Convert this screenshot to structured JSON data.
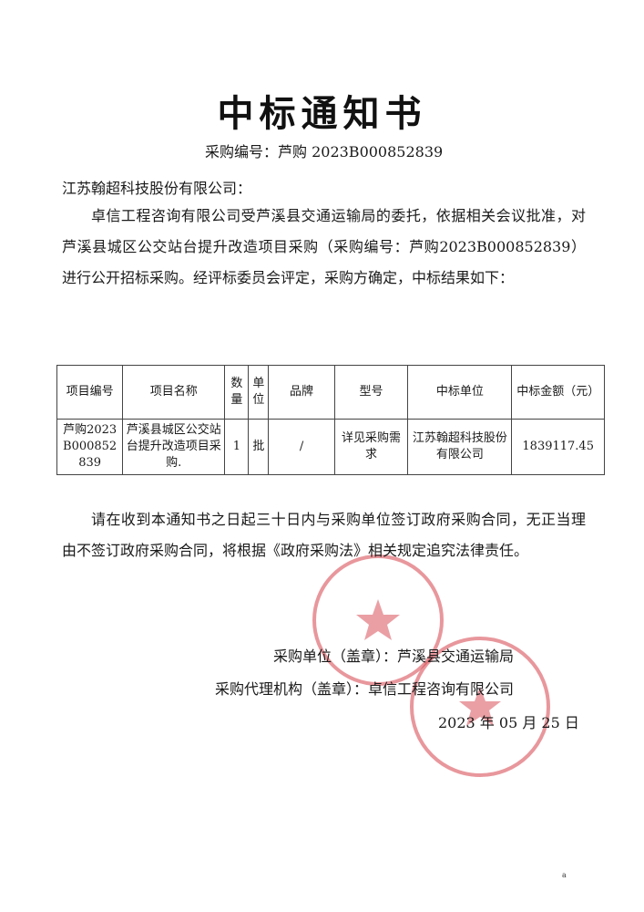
{
  "title": "中标通知书",
  "procurement_no": "采购编号：芦购 2023B000852839",
  "addressee": "江苏翰超科技股份有限公司：",
  "paragraph_1": "卓信工程咨询有限公司受芦溪县交通运输局的委托，依据相关会议批准，对芦溪县城区公交站台提升改造项目采购（采购编号：芦购2023B000852839）进行公开招标采购。经评标委员会评定，采购方确定，中标结果如下：",
  "table": {
    "headers": {
      "item_no": "项目编号",
      "item_name": "项目名称",
      "quantity": "数量",
      "unit": "单位",
      "brand": "品牌",
      "model": "型号",
      "winner": "中标单位",
      "amount": "中标金额（元）"
    },
    "row": {
      "item_no": "芦购2023B000852839",
      "item_name": "芦溪县城区公交站台提升改造项目采购.",
      "quantity": "1",
      "unit": "批",
      "brand": "/",
      "model": "详见采购需求",
      "winner": "江苏翰超科技股份有限公司",
      "amount": "1839117.45"
    }
  },
  "paragraph_2": "请在收到本通知书之日起三十日内与采购单位签订政府采购合同，无正当理由不签订政府采购合同，将根据《政府采购法》相关规定追究法律责任。",
  "signature_purchaser": "采购单位（盖章）：芦溪县交通运输局",
  "signature_agent": "采购代理机构（盖章）：卓信工程咨询有限公司",
  "date": "2023 年 05 月 25 日",
  "stamp_color": "#d9515a",
  "footer_mark": "a"
}
